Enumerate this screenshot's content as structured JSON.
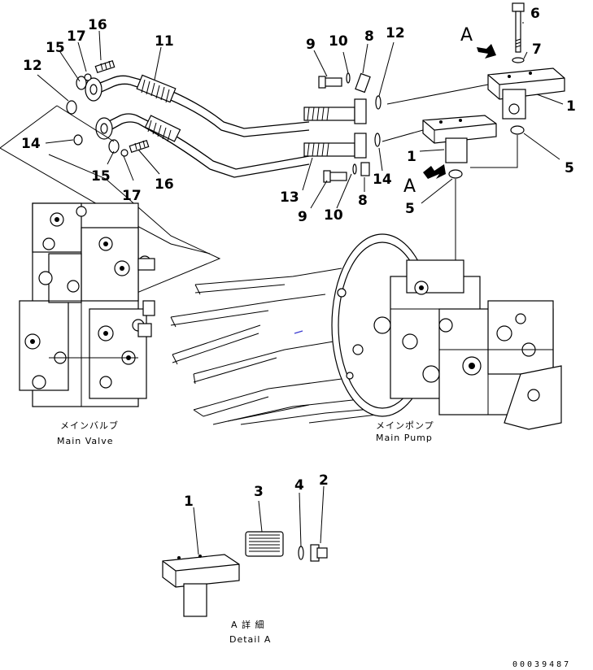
{
  "callouts": {
    "n16a": "16",
    "n17a": "17",
    "n15a": "15",
    "n12a": "12",
    "n11": "11",
    "n14a": "14",
    "n15b": "15",
    "n17b": "17",
    "n16b": "16",
    "n9a": "9",
    "n10a": "10",
    "n8a": "8",
    "n12b": "12",
    "n6": "6",
    "n7": "7",
    "n1a": "1",
    "n1b": "1",
    "n5a": "5",
    "n5b": "5",
    "n13": "13",
    "n9b": "9",
    "n10b": "10",
    "n8b": "8",
    "n14b": "14",
    "nA1": "A",
    "nA2": "A",
    "d1": "1",
    "d3": "3",
    "d4": "4",
    "d2": "2"
  },
  "labels": {
    "main_valve_jp": "メインバルブ",
    "main_valve_en": "Main Valve",
    "main_pump_jp": "メインポンプ",
    "main_pump_en": "Main Pump",
    "detail_jp": "A 詳 細",
    "detail_en": "Detail A"
  },
  "drawing_code": "00039487"
}
